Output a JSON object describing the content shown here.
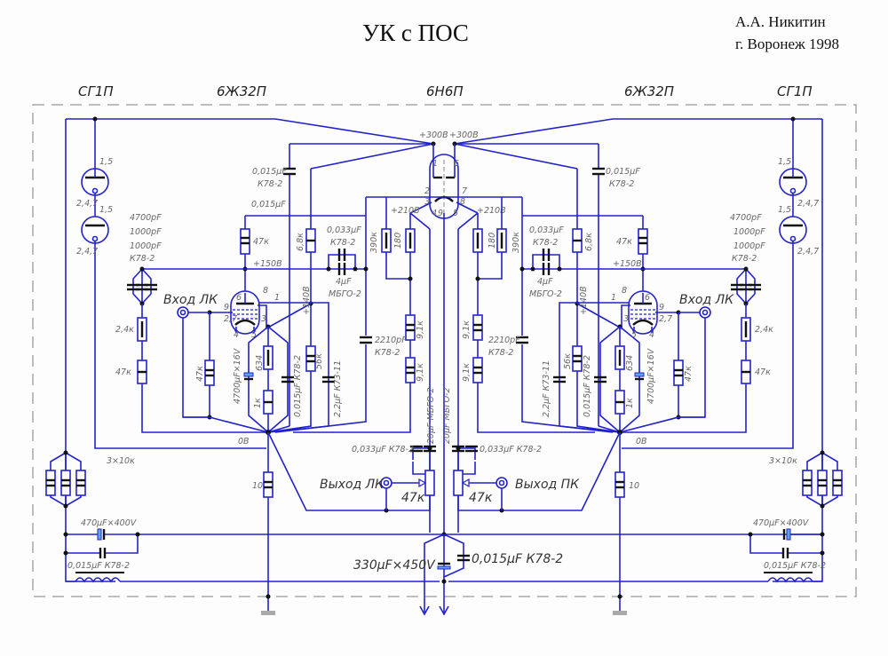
{
  "header": {
    "title": "УК с ПОС",
    "author_line1": "А.А. Никитин",
    "author_line2": "г. Воронеж 1998"
  },
  "tubes": {
    "left_stabilizer": "СГ1П",
    "left_pentode": "6Ж32П",
    "center_triode": "6Н6П",
    "right_pentode": "6Ж32П",
    "right_stabilizer": "СГ1П"
  },
  "voltages": {
    "b_plus_left": "+300В",
    "b_plus_right": "+300В",
    "cathode_left": "+210В",
    "cathode_right": "+210В",
    "anode_left": "+150В",
    "anode_right": "+150В",
    "screen_left": "+140В",
    "screen_right": "+140В",
    "ground_left": "0В",
    "ground_right": "0В"
  },
  "pins": {
    "stab_top": "1,5",
    "stab_bottom": "2,4,7",
    "triode_1": "1",
    "triode_6": "6",
    "triode_2": "2",
    "triode_7": "7",
    "triode_3": "3",
    "triode_8": "8",
    "triode_4": "4",
    "triode_9": "9",
    "triode_5": "5",
    "pent_6": "6",
    "pent_8": "8",
    "pent_1": "1",
    "pent_9": "9",
    "pent_27": "2,7",
    "pent_3": "3",
    "pent_4": "4",
    "pent_5": "5"
  },
  "components": {
    "cap_feedback": [
      "0,015µF",
      "К78-2"
    ],
    "cap_group": [
      "4700pF",
      "1000pF",
      "1000pF",
      "К78-2"
    ],
    "r_anode": "47к",
    "r_screen": "6,8к",
    "cap_screen": [
      "0,033µF",
      "К78-2"
    ],
    "cap_screen2": [
      "4µF",
      "МБГО-2"
    ],
    "r_390k": "390к",
    "r_180": "180",
    "r_91k_a": "9,1к",
    "r_91k_b": "9,1к",
    "cap_2210": [
      "2210pF",
      "К78-2"
    ],
    "r_24k": "2,4к",
    "r_47k_low": "47к",
    "r_grid": "47к",
    "cap_cathode_elec": "4700µF×16V",
    "r_634": "634",
    "r_1k": "1к",
    "cap_cathode_film": "0,015µF К78-2",
    "r_56k": "56к",
    "cap_22uf": "2,2µF К73-11",
    "cap_20uf": "20µF МБГО-2",
    "cap_out": "0,033µF К78-2",
    "pot_out": "47к",
    "r_10": "10",
    "r_3x10k": "3×10к",
    "cap_470": "470µF×400V",
    "cap_filter": "0,015µF К78-2",
    "cap_330": "330µF×450V",
    "cap_main_film": "0,015µF К78-2"
  },
  "connectors": {
    "input_left": "Вход ЛК",
    "input_right": "Вход ЛК",
    "output_left": "Выход ЛК",
    "output_right": "Выход ПК"
  },
  "colors": {
    "wire": "#2222cc",
    "component": "#111111",
    "frame": "#999999"
  }
}
